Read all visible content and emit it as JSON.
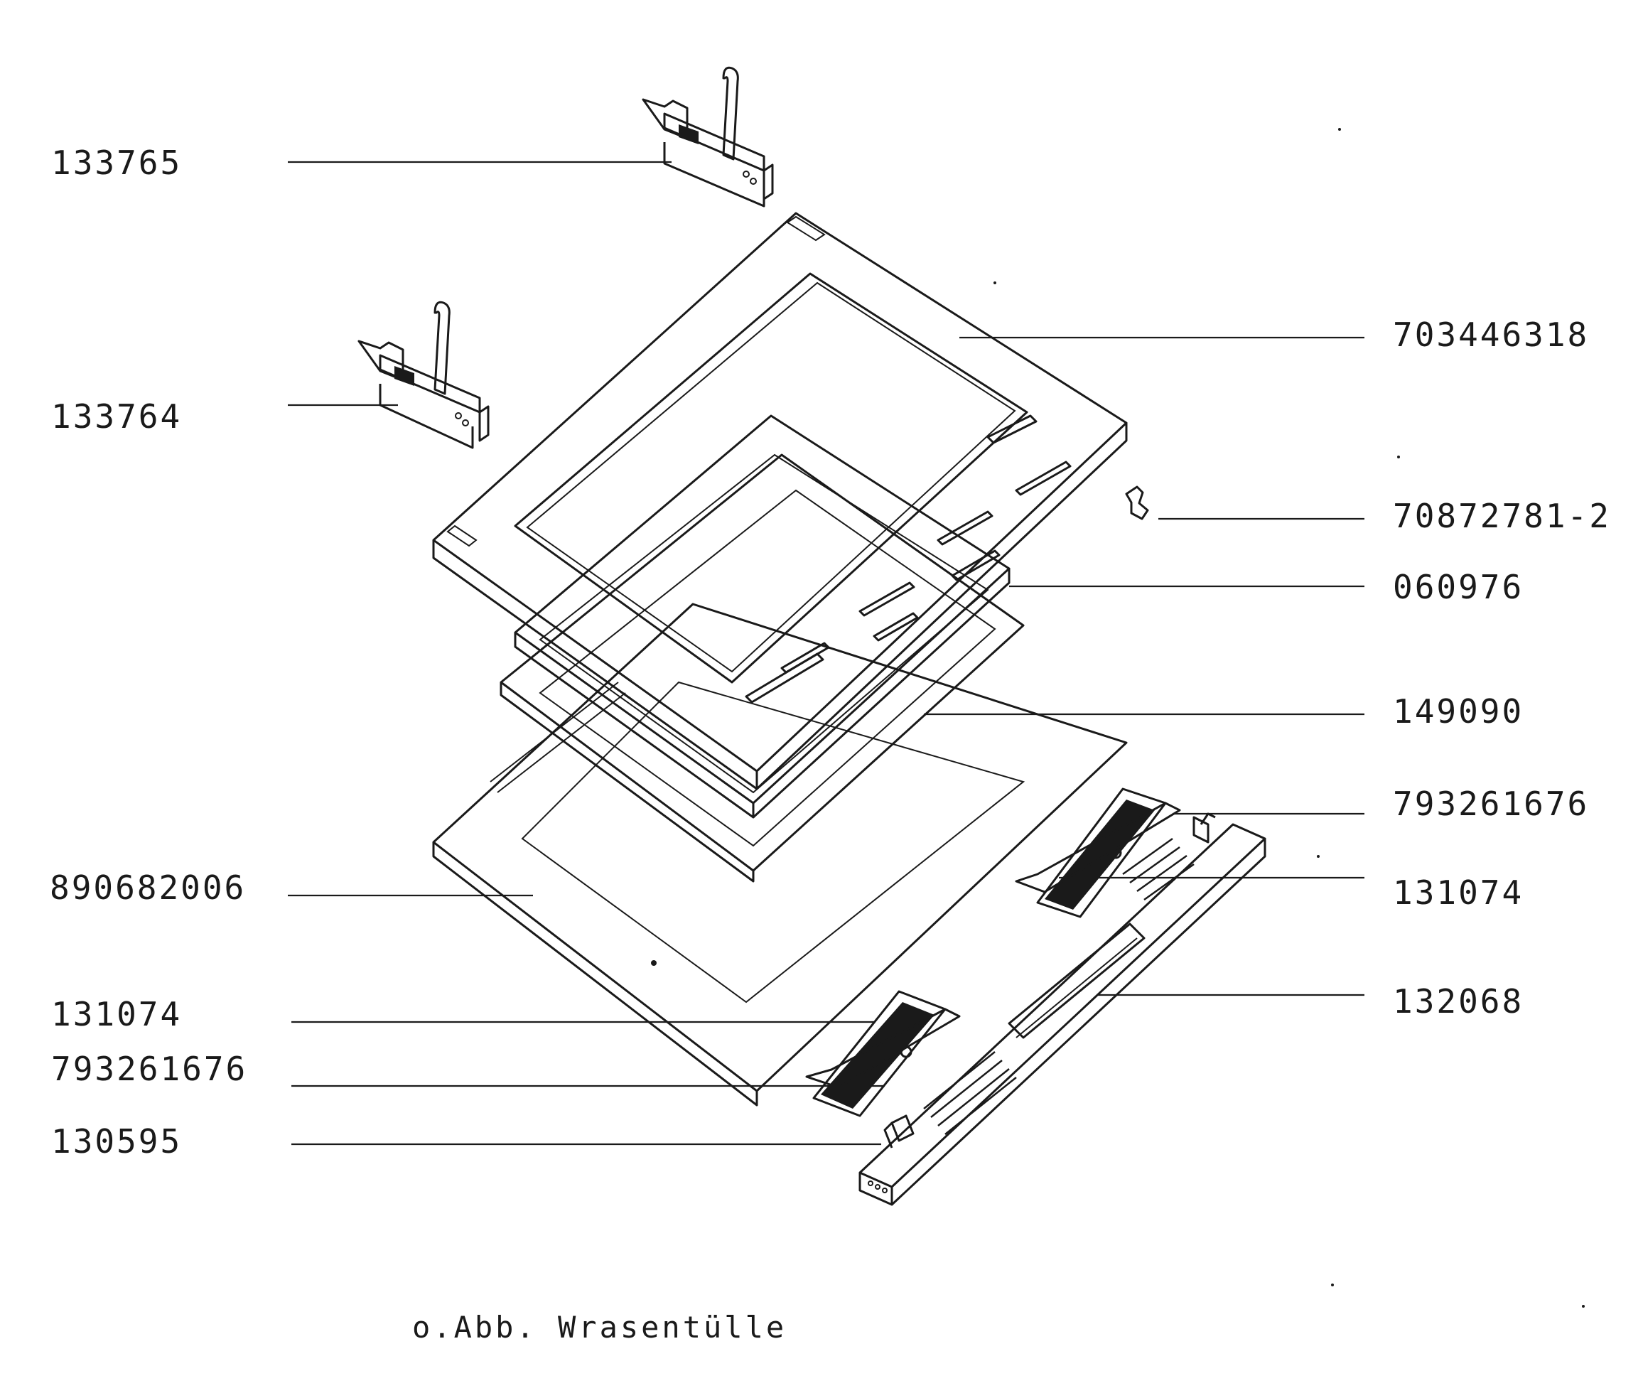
{
  "labels": {
    "p133765": "133765",
    "p133764": "133764",
    "p703446318": "703446318",
    "p708727812": "70872781-2",
    "p060976": "060976",
    "p149090": "149090",
    "p793261676_right": "793261676",
    "p131074_right": "131074",
    "p132068": "132068",
    "p890682006": "890682006",
    "p131074_left": "131074",
    "p793261676_left": "793261676",
    "p130595": "130595"
  },
  "caption": "o.Abb. Wrasentülle"
}
